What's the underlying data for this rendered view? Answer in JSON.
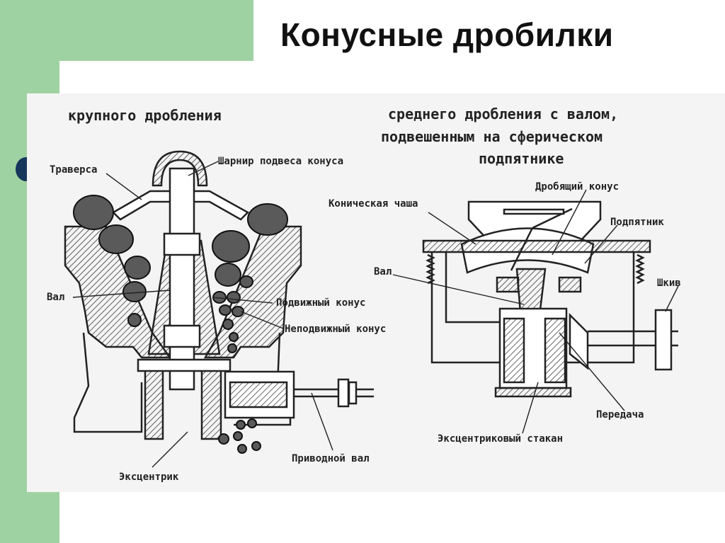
{
  "slide": {
    "title": "Конусные дробилки"
  },
  "left_diagram": {
    "heading": "крупного дробления",
    "labels": {
      "traverse": "Траверса",
      "hinge": "Шарнир подвеса конуса",
      "shaft": "Вал",
      "moving_cone": "Подвижный конус",
      "fixed_cone": "Неподвижный конус",
      "drive_shaft": "Приводной вал",
      "eccentric": "Эксцентрик"
    }
  },
  "right_diagram": {
    "heading_line1": "среднего дробления с валом,",
    "heading_line2": "подвешенным на сферическом",
    "heading_line3": "подпятнике",
    "labels": {
      "crushing_cone": "Дробящий конус",
      "conical_bowl": "Коническая чаша",
      "thrust_bearing": "Подпятник",
      "shaft": "Вал",
      "pulley": "Шкив",
      "transmission": "Передача",
      "eccentric_sleeve": "Эксцентриковый стакан"
    }
  },
  "colors": {
    "accent_green": "#9fd2a2",
    "bullet": "#16365c",
    "ink": "#222222"
  }
}
